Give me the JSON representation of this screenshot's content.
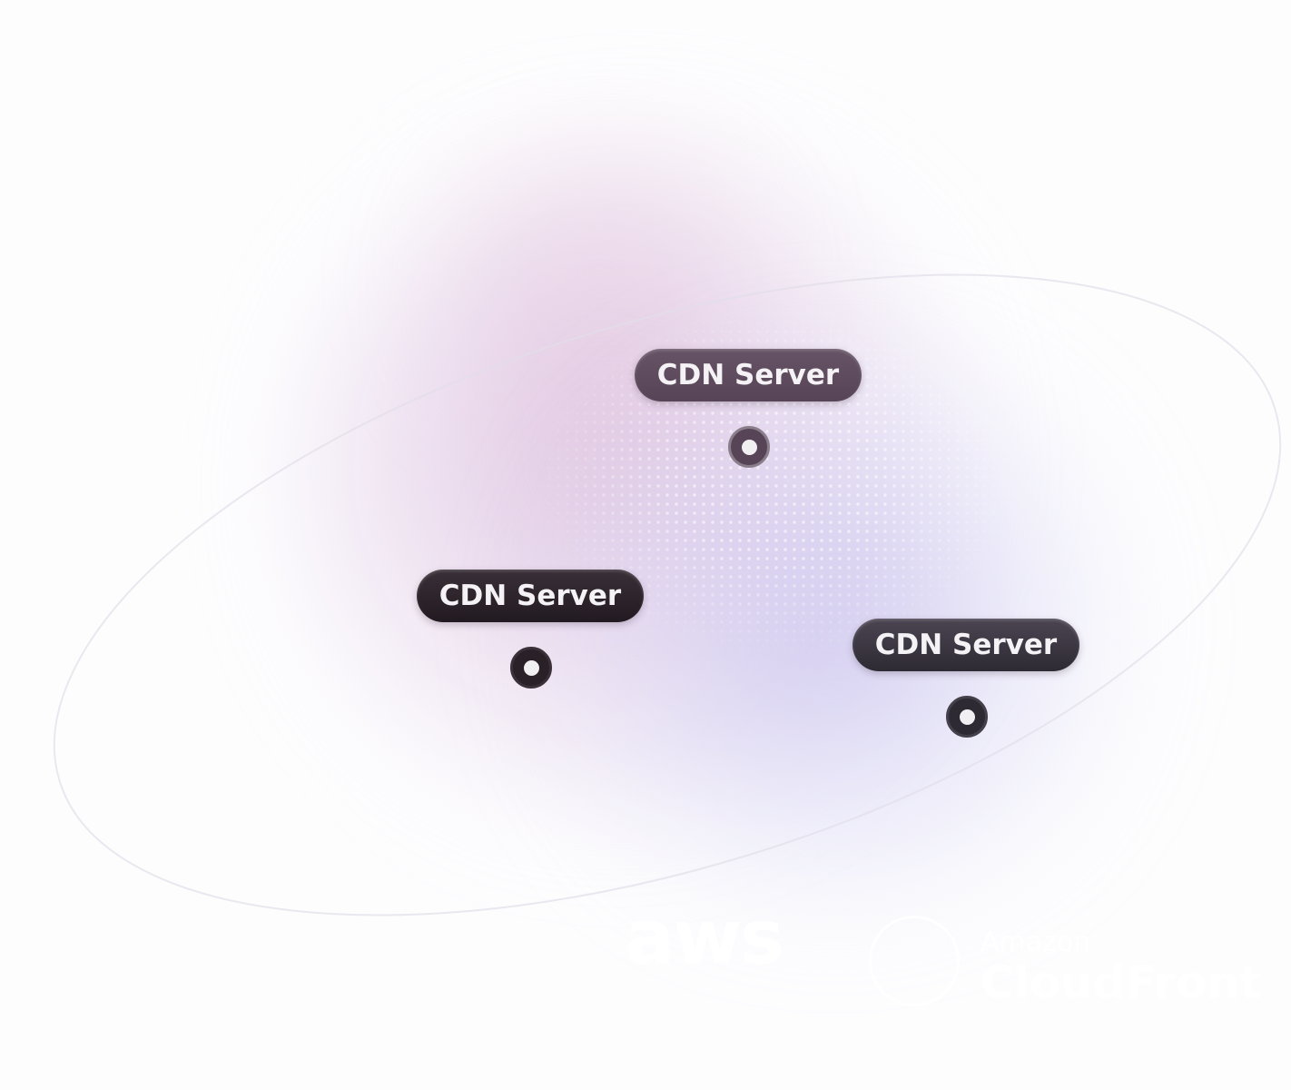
{
  "servers": [
    {
      "label": "CDN Server",
      "color": "#5c4a5c"
    },
    {
      "label": "CDN Server",
      "color": "#2a2128"
    },
    {
      "label": "CDN Server",
      "color": "#3d3644"
    }
  ],
  "logos": {
    "aws": "aws",
    "cloudfront_top": "Amazon",
    "cloudfront_bottom": "CloudFront"
  }
}
